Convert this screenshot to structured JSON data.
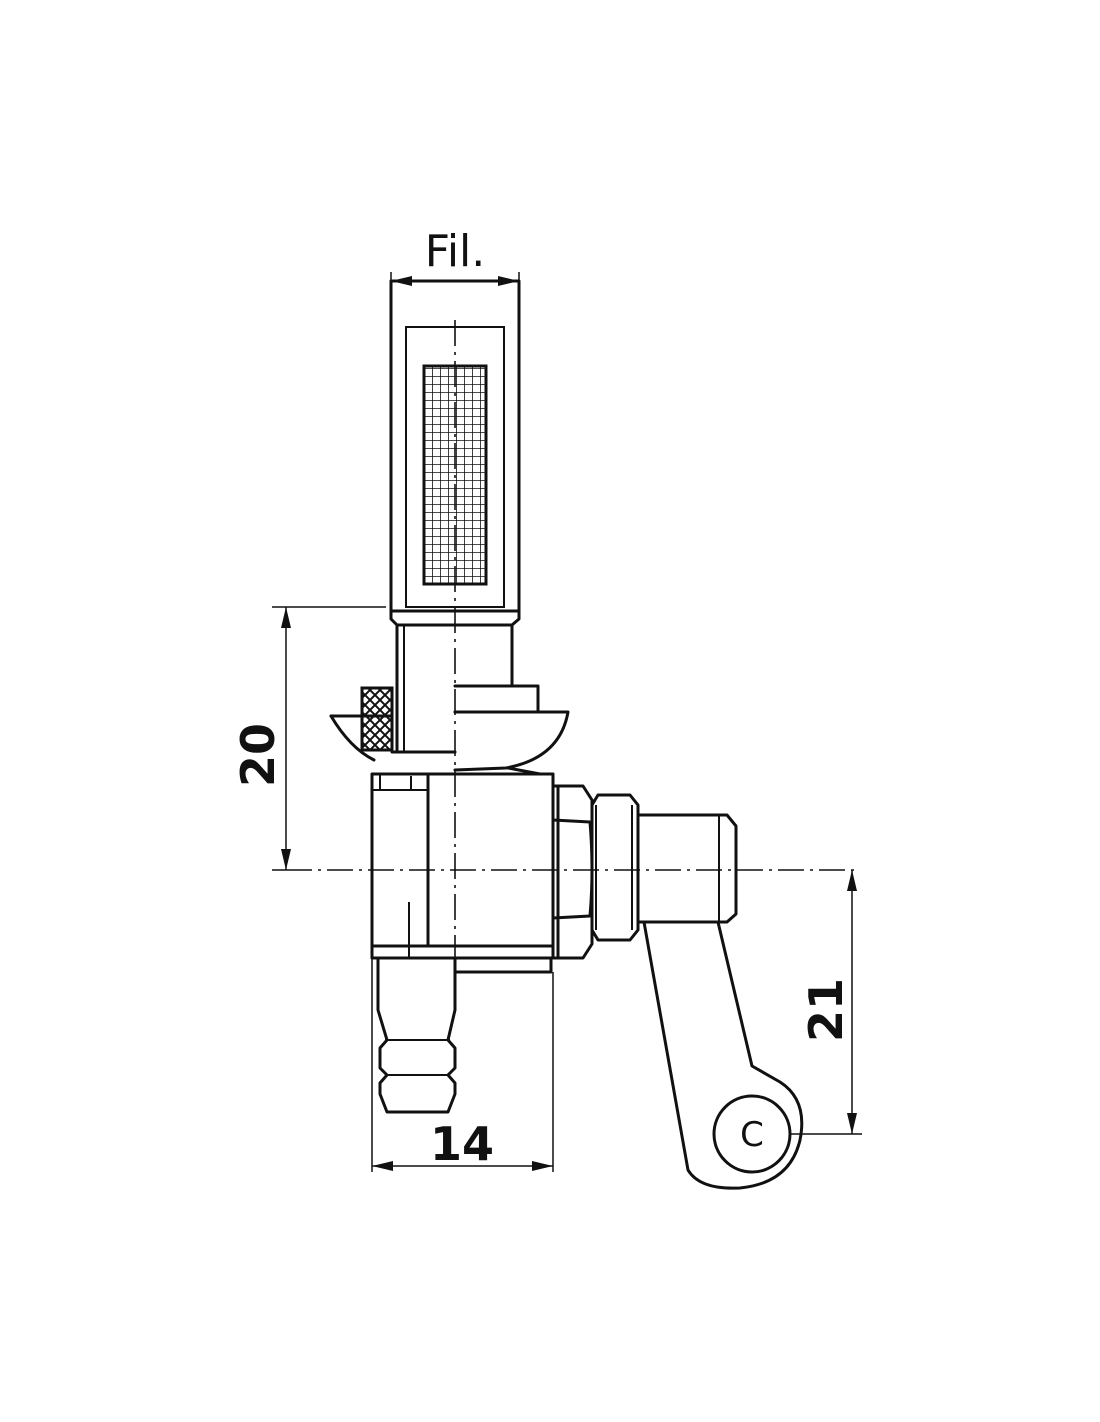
{
  "drawing": {
    "labels": {
      "filter_thread": "Fil.",
      "height_upper": "20",
      "width_bottom": "14",
      "height_lever": "21"
    },
    "lever_marking": "C"
  }
}
